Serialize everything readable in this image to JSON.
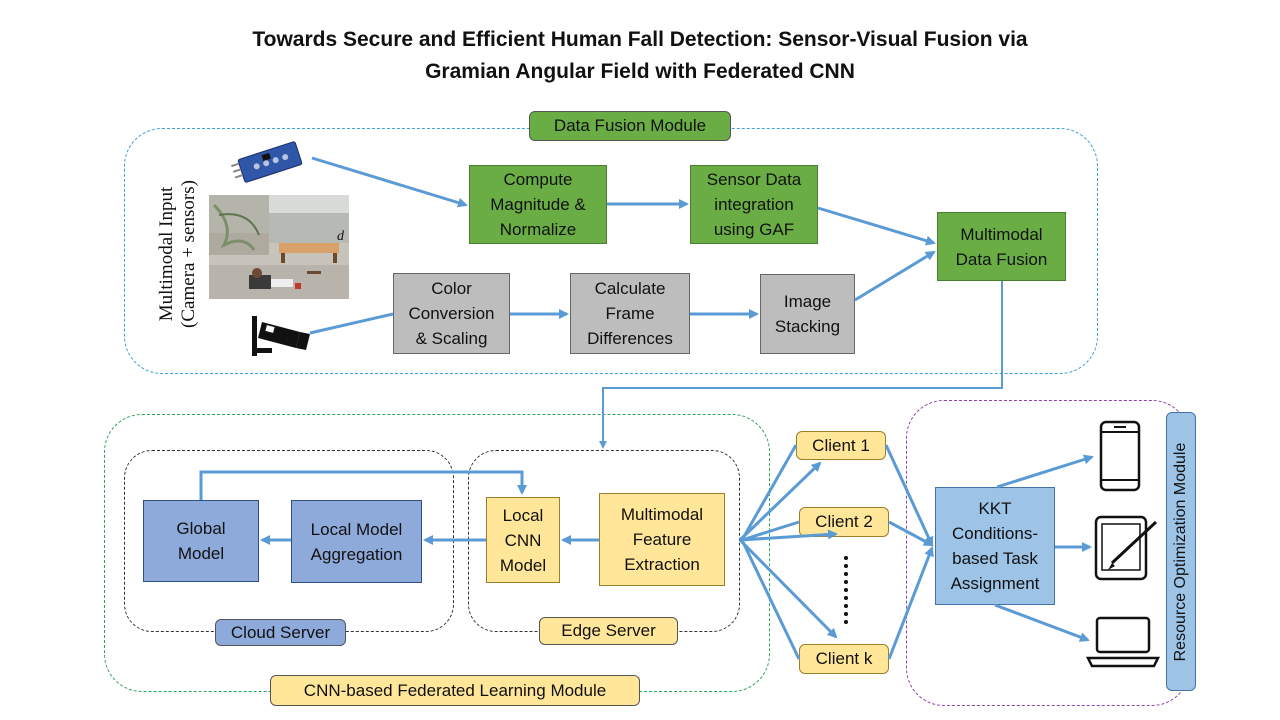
{
  "title": {
    "line1": "Towards Secure and Efficient Human Fall Detection: Sensor-Visual Fusion via",
    "line2": "Gramian Angular Field with Federated CNN"
  },
  "data_fusion": {
    "module_label": "Data Fusion Module",
    "input_label_line1": "Multimodal Input",
    "input_label_line2": "(Camera + sensors)",
    "compute_magnitude": "Compute Magnitude & Normalize",
    "sensor_integration": "Sensor Data integration using GAF",
    "multimodal_fusion": "Multimodal Data Fusion",
    "color_conversion": "Color Conversion & Scaling",
    "frame_differences": "Calculate Frame Differences",
    "image_stacking": "Image Stacking",
    "photo_letter": "d"
  },
  "federated": {
    "module_label": "CNN-based Federated Learning Module",
    "cloud_server": "Cloud Server",
    "edge_server": "Edge Server",
    "global_model": "Global Model",
    "local_aggregation": "Local Model Aggregation",
    "local_cnn": "Local CNN Model",
    "feature_extraction": "Multimodal Feature Extraction"
  },
  "clients": {
    "client1": "Client 1",
    "client2": "Client 2",
    "clientk": "Client k"
  },
  "resource": {
    "module_label": "Resource Optimization Module",
    "kkt": "KKT Conditions-based Task Assignment"
  },
  "colors": {
    "arrow": "#5b9bd5",
    "green_box": "#6aad45",
    "gray_box": "#bdbdbd",
    "blue_box": "#8eaadb",
    "yellow_box": "#ffe699",
    "lightblue_box": "#9dc3e6"
  },
  "icons": [
    "sensor-board-icon",
    "cctv-camera-icon",
    "smartphone-icon",
    "tablet-pen-icon",
    "laptop-icon"
  ]
}
